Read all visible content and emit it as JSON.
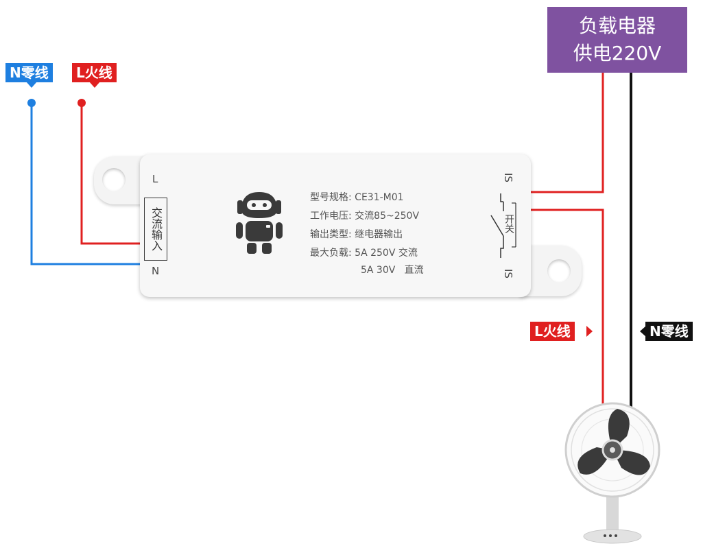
{
  "labels": {
    "n_neutral_left": "N零线",
    "l_live_left": "L火线",
    "l_live_right": "L火线",
    "n_neutral_right": "N零线"
  },
  "supply": {
    "line1": "负载电器",
    "line2": "供电220V"
  },
  "module": {
    "specs": [
      {
        "key": "型号规格:",
        "value": "CE31-M01"
      },
      {
        "key": "工作电压:",
        "value": "交流85~250V"
      },
      {
        "key": "输出类型:",
        "value": "继电器输出"
      },
      {
        "key": "最大负载:",
        "value": "5A 250V 交流"
      }
    ],
    "spec_extra": "5A 30V   直流",
    "input_label": "交流输入",
    "terminal_l": "L",
    "terminal_n": "N",
    "out_top": "IS",
    "out_bottom": "IS",
    "switch_label": "开关"
  },
  "colors": {
    "blue": "#1e7fe0",
    "red": "#e02020",
    "black": "#111111",
    "purple": "#7f52a0"
  }
}
